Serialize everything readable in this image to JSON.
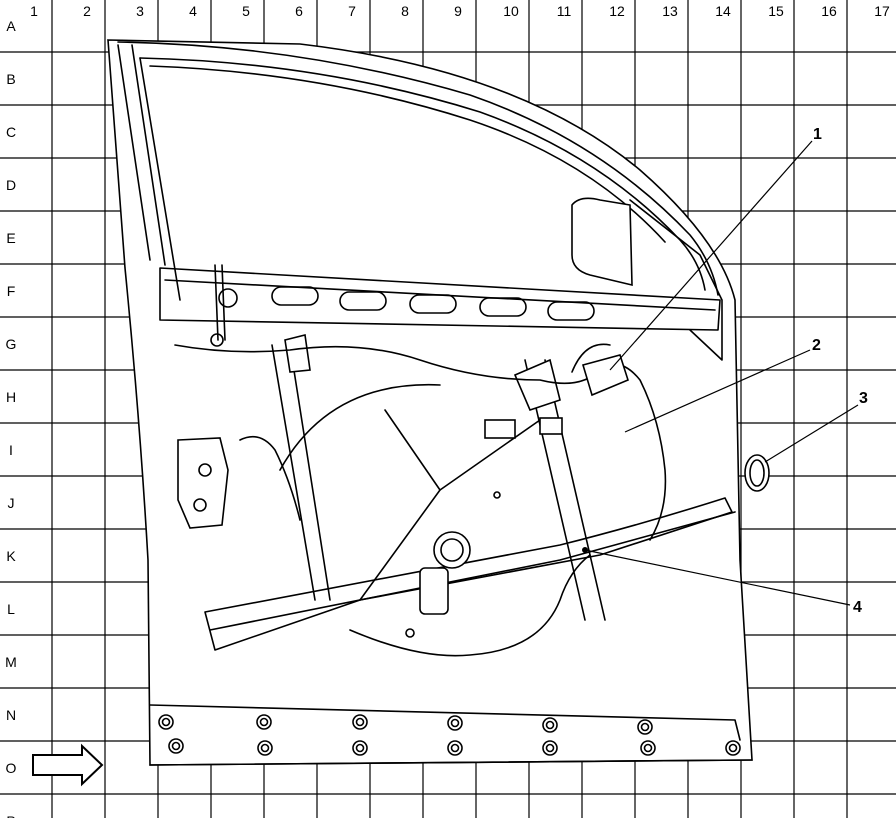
{
  "grid": {
    "columns": [
      "1",
      "2",
      "3",
      "4",
      "5",
      "6",
      "7",
      "8",
      "9",
      "10",
      "11",
      "12",
      "13",
      "14",
      "15",
      "16",
      "17"
    ],
    "rows": [
      "A",
      "B",
      "C",
      "D",
      "E",
      "F",
      "G",
      "H",
      "I",
      "J",
      "K",
      "L",
      "M",
      "N",
      "O",
      "P"
    ]
  },
  "callouts": [
    {
      "number": "1"
    },
    {
      "number": "2"
    },
    {
      "number": "3"
    },
    {
      "number": "4"
    }
  ],
  "direction_arrow": {
    "icon": "right-arrow-icon"
  }
}
